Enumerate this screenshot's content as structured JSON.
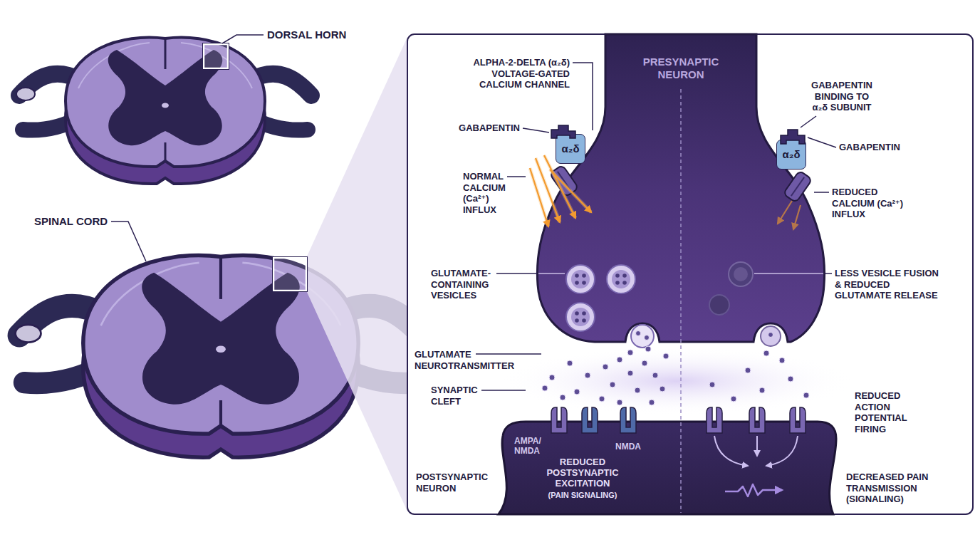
{
  "diagram": {
    "nodes": [
      {
        "text": [
          "PRESYNAPTIC NEURON"
        ]
      },
      {
        "text": [
          "α₂δ"
        ]
      },
      {
        "text": [
          "α₂δ"
        ]
      },
      {
        "text": [
          "AMPA/ NMDA",
          "NMDA",
          "REDUCED POSTSYNAPTIC EXCITATION",
          "(PAIN SIGNALING)"
        ]
      }
    ],
    "labels": [
      "DORSAL HORN",
      "SPINAL CORD",
      "ALPHA-2-DELTA (α₂δ) VOLTAGE-GATED CALCIUM CHANNEL",
      "GABAPENTIN BINDING TO α₂δ SUBUNIT",
      "GABAPENTIN",
      "GABAPENTIN",
      "NORMAL CALCIUM (Ca²⁺) INFLUX",
      "REDUCED CALCIUM (Ca²⁺) INFLUX",
      "GLUTAMATE- CONTAINING VESICLES",
      "LESS VESICLE FUSION & REDUCED GLUTAMATE RELEASE",
      "GLUTAMATE NEUROTRANSMITTER",
      "SYNAPTIC CLEFT",
      "REDUCED ACTION POTENTIAL FIRING",
      "POSTSYNAPTIC NEURON",
      "DECREASED PAIN TRANSMISSION (SIGNALING)"
    ]
  }
}
